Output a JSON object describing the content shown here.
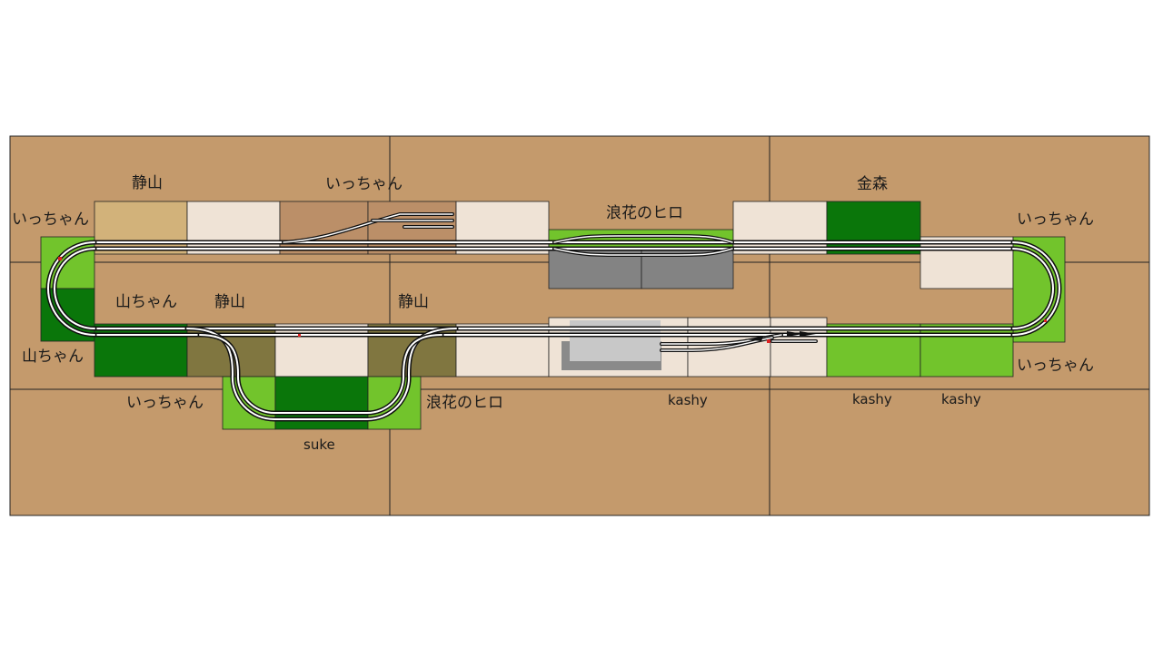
{
  "diagram": {
    "colors": {
      "table": "#c49a6c",
      "cream": "#efe3d6",
      "tan": "#d2b27a",
      "brown": "#bb8f68",
      "olive": "#807640",
      "dark_green": "#0a760a",
      "light_green": "#72c42c",
      "gray": "#838383",
      "building": "#c8c8c8",
      "building_shadow": "#8a8a8a"
    },
    "labels": [
      {
        "id": "shizuyama-top",
        "text": "静山"
      },
      {
        "id": "icchan-top-mid",
        "text": "いっちゃん"
      },
      {
        "id": "kanamori",
        "text": "金森"
      },
      {
        "id": "icchan-left-top",
        "text": "いっちゃん"
      },
      {
        "id": "naniwa-top",
        "text": "浪花のヒロ"
      },
      {
        "id": "icchan-right-top",
        "text": "いっちゃん"
      },
      {
        "id": "yamachan-inner",
        "text": "山ちゃん"
      },
      {
        "id": "shizuyama-mid-1",
        "text": "静山"
      },
      {
        "id": "shizuyama-mid-2",
        "text": "静山"
      },
      {
        "id": "yamachan-left",
        "text": "山ちゃん"
      },
      {
        "id": "icchan-right-bottom",
        "text": "いっちゃん"
      },
      {
        "id": "icchan-bottom-left",
        "text": "いっちゃん"
      },
      {
        "id": "naniwa-bottom",
        "text": "浪花のヒロ"
      },
      {
        "id": "kashy-1",
        "text": "kashy"
      },
      {
        "id": "kashy-2",
        "text": "kashy"
      },
      {
        "id": "kashy-3",
        "text": "kashy"
      },
      {
        "id": "suke",
        "text": "suke"
      }
    ]
  }
}
